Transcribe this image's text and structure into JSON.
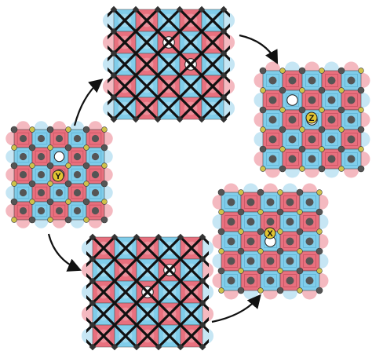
{
  "colors": {
    "red": "#e8707e",
    "blue": "#80cdea",
    "ghost_red": "#f4b9c0",
    "ghost_blue": "#c6e6f4",
    "dark_site": "#555555",
    "yellow_site": "#cfc24a",
    "vacancy": "#ffffff",
    "label_marker": "#e2c532",
    "bond": "#111111",
    "arrow": "#111111"
  },
  "panels": {
    "left": {
      "label": "Y"
    },
    "top": {
      "label": ""
    },
    "right": {
      "label": "Z"
    },
    "bottom": {
      "label": ""
    },
    "lower_right": {
      "label": "X"
    }
  },
  "arrows": [
    {
      "from": "left",
      "to": "top"
    },
    {
      "from": "top",
      "to": "right"
    },
    {
      "from": "left",
      "to": "bottom"
    },
    {
      "from": "bottom",
      "to": "lower_right"
    }
  ]
}
